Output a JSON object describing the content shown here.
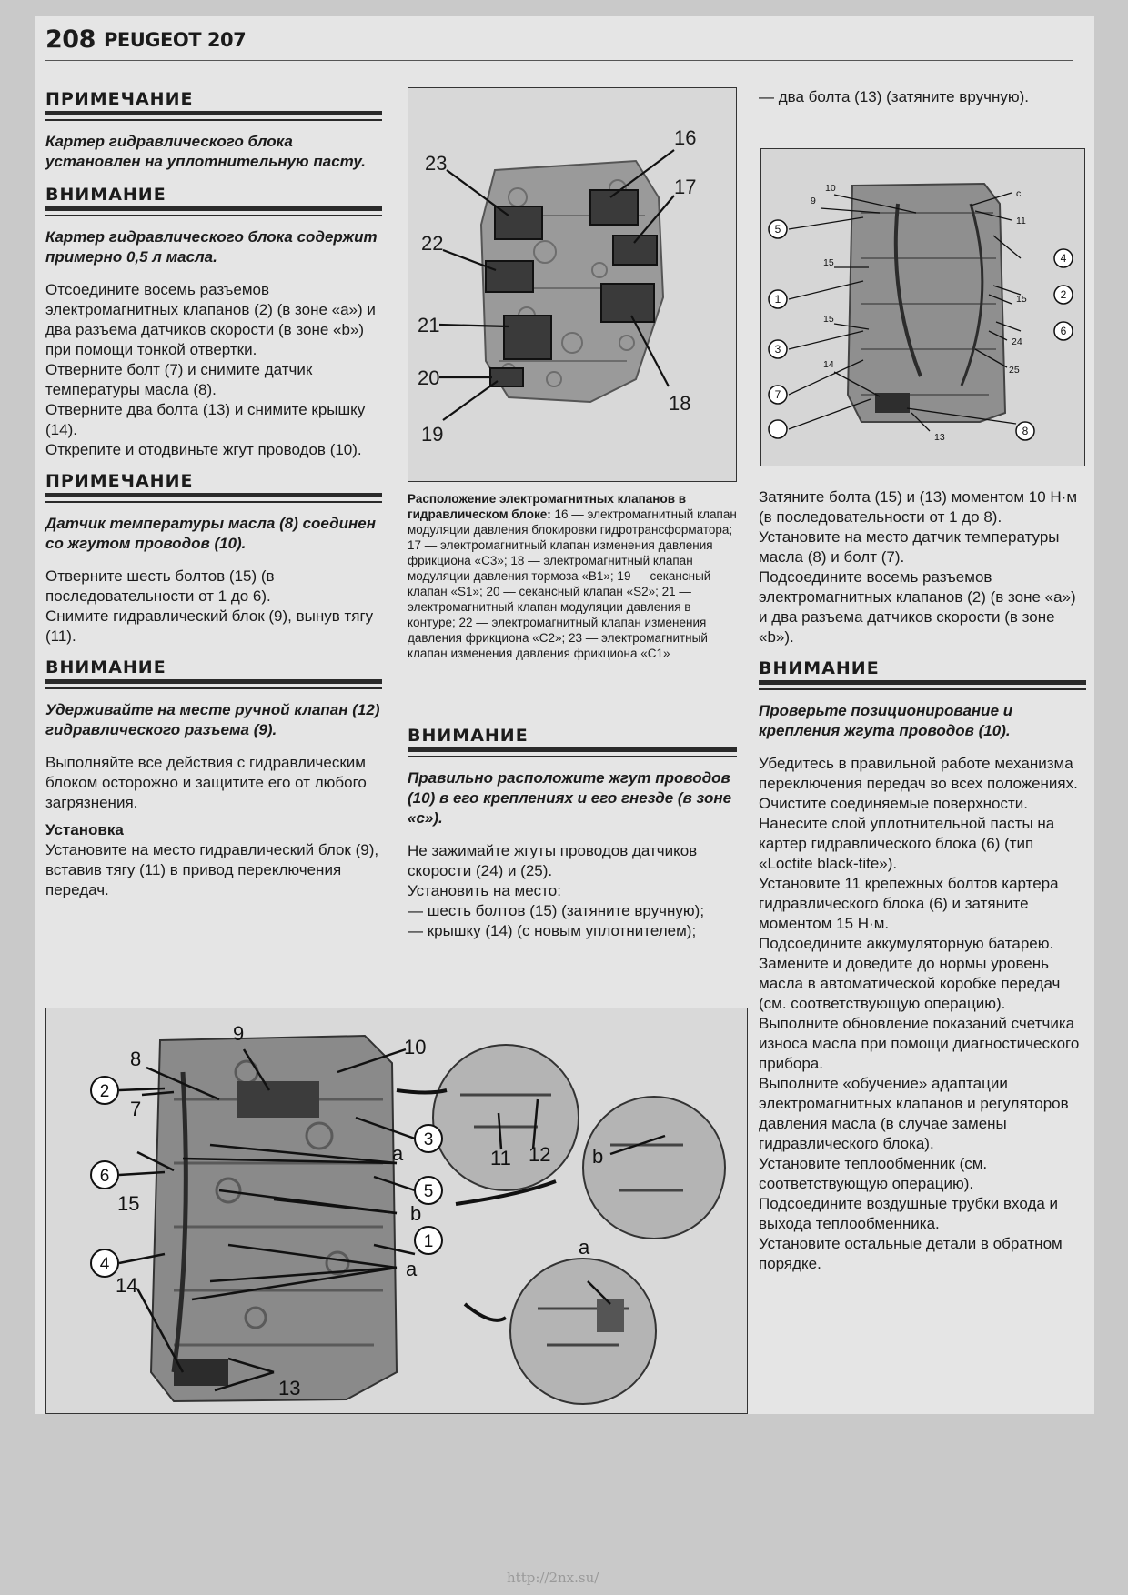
{
  "header": {
    "page_number": "208",
    "book_title": "PEUGEOT 207"
  },
  "left_column": {
    "note1_title": "ПРИМЕЧАНИЕ",
    "note1_text": "Картер гидравлического блока установлен на уплотнительную пасту.",
    "warn1_title": "ВНИМАНИЕ",
    "warn1_text": "Картер гидравлического блока содержит примерно 0,5 л масла.",
    "para1": "Отсоедините восемь разъемов электромагнитных клапанов (2) (в зоне «а») и два разъема датчиков скорости (в зоне «b») при помощи тонкой отвертки.",
    "para2": "Отверните болт (7) и снимите датчик температуры масла (8).",
    "para3": "Отверните два болта (13) и снимите крышку (14).",
    "para4": "Открепите и отодвиньте жгут проводов (10).",
    "note2_title": "ПРИМЕЧАНИЕ",
    "note2_text": "Датчик температуры масла (8) соединен со жгутом проводов (10).",
    "para5": "Отверните шесть болтов (15) (в последовательности от 1 до 6).",
    "para6": "Снимите гидравлический блок (9), вынув тягу (11).",
    "warn2_title": "ВНИМАНИЕ",
    "warn2_text": "Удерживайте на месте ручной клапан (12) гидравлического разъема (9).",
    "para7": "Выполняйте все действия с гидравлическим блоком осторожно и защитите его от любого загрязнения.",
    "install_title": "Установка",
    "para8": "Установите на место гидравлический блок (9), вставив тягу (11) в привод переключения передач."
  },
  "figure1": {
    "labels": [
      "16",
      "17",
      "18",
      "19",
      "20",
      "21",
      "22",
      "23"
    ]
  },
  "caption1": {
    "bold": "Расположение электромагнитных клапанов в гидравлическом блоке:",
    "text": " 16 — электромагнитный клапан модуляции давления блокировки гидротрансформатора; 17 — электромагнитный клапан изменения давления фрикциона «С3»; 18 — электромагнитный клапан модуляции давления тормоза «В1»; 19 — секансный клапан «S1»; 20 — секансный клапан «S2»; 21 — электромагнитный клапан модуляции давления в контуре; 22 — электромагнитный клапан изменения давления фрикциона «С2»; 23 — электромагнитный клапан изменения давления фрикциона «С1»"
  },
  "middle_column": {
    "warn_title": "ВНИМАНИЕ",
    "warn_text": "Правильно расположите жгут проводов (10) в его креплениях и его гнезде (в зоне «с»).",
    "para1": "Не зажимайте жгуты проводов датчиков скорости (24) и (25).",
    "para2": "Установить на место:",
    "item1": "— шесть болтов (15) (затяните вручную);",
    "item2": "— крышку (14) (с новым уплотнителем);"
  },
  "right_column": {
    "item3": "— два болта (13) (затяните вручную).",
    "para1": "Затяните болта (15) и (13) моментом 10 Н·м (в последовательности от 1 до 8).",
    "para2": "Установите на место датчик температуры масла (8) и болт (7).",
    "para3": "Подсоедините восемь разъемов электромагнитных клапанов (2) (в зоне «а») и два разъема датчиков скорости (в зоне «b»).",
    "warn_title": "ВНИМАНИЕ",
    "warn_text": "Проверьте позиционирование и крепления жгута проводов (10).",
    "para4": "Убедитесь в правильной работе механизма переключения передач во всех положениях.",
    "para5": "Очистите соединяемые поверхности.",
    "para6": "Нанесите слой уплотнительной пасты на картер гидравлического блока (6) (тип «Loctite black-tite»).",
    "para7": "Установите 11 крепежных болтов картера гидравлического блока (6) и затяните моментом 15 Н·м.",
    "para8": "Подсоедините аккумуляторную батарею.",
    "para9": "Замените и доведите до нормы уровень масла в автоматической коробке передач (см. соответствующую операцию).",
    "para10": "Выполните обновление показаний счетчика износа масла при помощи диагностического прибора.",
    "para11": "Выполните «обучение» адаптации электромагнитных клапанов и регуляторов давления масла (в случае замены гидравлического блока).",
    "para12": "Установите теплообменник (см. соответствующую операцию).",
    "para13": "Подсоедините воздушные трубки входа и выхода теплообменника.",
    "para14": "Установите остальные детали в обратном порядке."
  },
  "figure2": {
    "circled": [
      "1",
      "2",
      "3",
      "4",
      "5",
      "6",
      "7",
      "8"
    ],
    "labels": [
      "9",
      "10",
      "11",
      "13",
      "14",
      "15",
      "15",
      "24",
      "25",
      "c"
    ]
  },
  "figure3": {
    "numbers": [
      "9",
      "10",
      "8",
      "7",
      "14",
      "15",
      "13",
      "11",
      "12"
    ],
    "circled": [
      "2",
      "3",
      "6",
      "5",
      "4",
      "1"
    ],
    "zones": [
      "a",
      "b",
      "a",
      "a"
    ]
  },
  "watermark": "http://2nx.su/"
}
